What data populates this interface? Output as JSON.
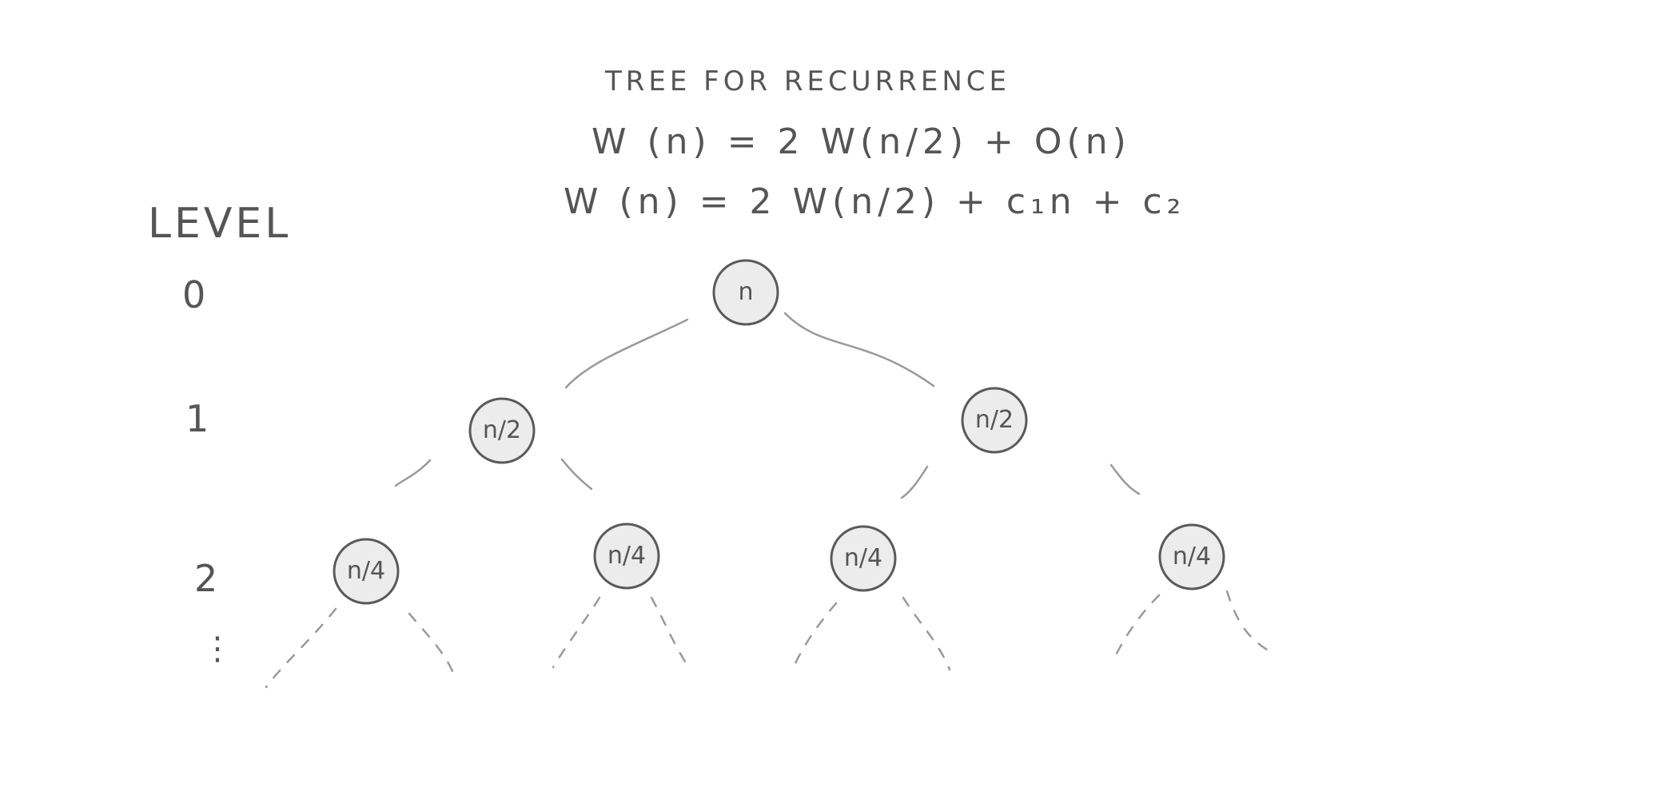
{
  "header": {
    "title": "TREE FOR RECURRENCE",
    "equation_1": "W (n) = 2 W(n/2) + O(n)",
    "equation_2": "W (n) = 2 W(n/2) + c₁n + c₂"
  },
  "levels": {
    "label": "LEVEL",
    "items": [
      "0",
      "1",
      "2",
      "⋮"
    ]
  },
  "tree": {
    "root": "n",
    "level1": [
      "n/2",
      "n/2"
    ],
    "level2": [
      "n/4",
      "n/4",
      "n/4",
      "n/4"
    ]
  }
}
